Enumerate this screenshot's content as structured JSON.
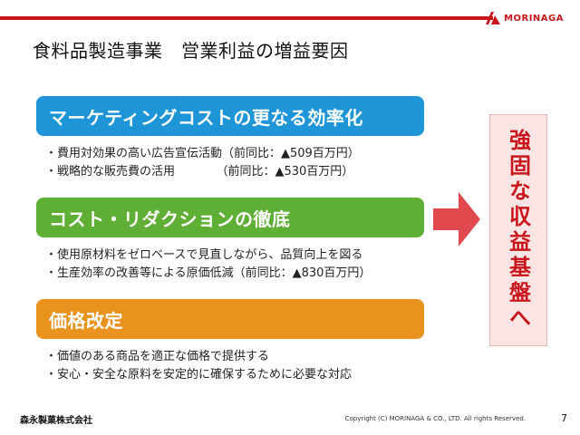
{
  "brand": {
    "logo_text": "MORINAGA",
    "accent_color": "#c8161d"
  },
  "title": "食料品製造事業　営業利益の増益要因",
  "sections": [
    {
      "heading": "マーケティングコストの更なる効率化",
      "color": "#1d95d6",
      "bullets": [
        "・費用対効果の高い広告宣伝活動（前同比：▲509百万円）",
        "・戦略的な販売費の活用　　　　（前同比：▲530百万円）"
      ]
    },
    {
      "heading": "コスト・リダクションの徹底",
      "color": "#5fae35",
      "bullets": [
        "・使用原材料をゼロベースで見直しながら、品質向上を図る",
        "・生産効率の改善等による原価低減（前同比：▲830百万円）"
      ]
    },
    {
      "heading": "価格改定",
      "color": "#e8931e",
      "bullets": [
        "・価値のある商品を適正な価格で提供する",
        "・安心・安全な原料を安定的に確保するために必要な対応"
      ]
    }
  ],
  "conclusion": "強固な収益基盤へ",
  "footer": {
    "company": "森永製菓株式会社",
    "copyright": "Copyright (C) MORINAGA & CO., LTD. All rights Reserved.",
    "page": "7"
  }
}
